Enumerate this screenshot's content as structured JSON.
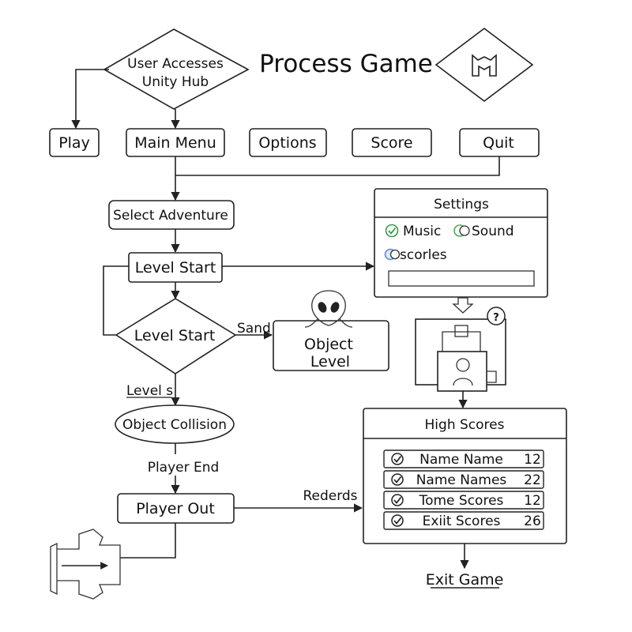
{
  "title": "Process Game",
  "nodes": {
    "user_accesses_line1": "User Accesses",
    "user_accesses_line2": "Unity Hub",
    "play": "Play",
    "main_menu": "Main Menu",
    "options": "Options",
    "score": "Score",
    "quit": "Quit",
    "select_adventure": "Select Adventure",
    "level_start_box": "Level Start",
    "level_start_decision": "Level Start",
    "object_level_line1": "Object",
    "object_level_line2": "Level",
    "object_collision": "Object Collision",
    "player_out": "Player Out",
    "exit_game": "Exit Game"
  },
  "edge_labels": {
    "sand": "Sand",
    "level_s": "Level s",
    "player_end": "Player End",
    "rederds": "Rederds"
  },
  "settings": {
    "title": "Settings",
    "options": [
      {
        "label": "Music",
        "icon": "check-circle-icon"
      },
      {
        "label": "Sound",
        "icon": "toggle-icon"
      },
      {
        "label": "scorles",
        "icon": "toggle-icon"
      }
    ]
  },
  "high_scores": {
    "title": "High Scores",
    "rows": [
      {
        "name": "Name Name",
        "score": "12"
      },
      {
        "name": "Name Names",
        "score": "22"
      },
      {
        "name": "Tome Scores",
        "score": "12"
      },
      {
        "name": "Exiit Scores",
        "score": "26"
      }
    ]
  },
  "help_marker": "?",
  "colors": {
    "check_green": "#3a9a4a",
    "toggle_green": "#4caf50",
    "toggle_blue": "#5b8fd6",
    "stroke": "#222222"
  }
}
